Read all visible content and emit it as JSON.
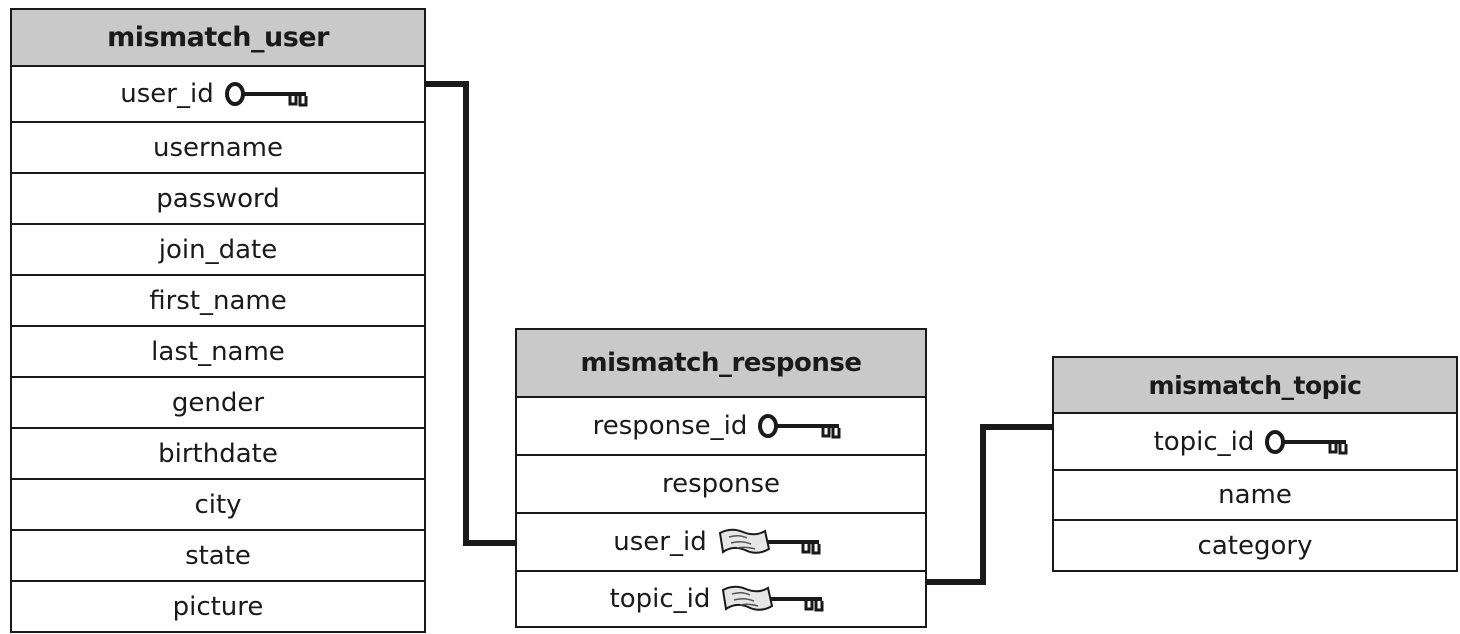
{
  "tables": {
    "user": {
      "title": "mismatch_user",
      "fields": [
        "user_id",
        "username",
        "password",
        "join_date",
        "first_name",
        "last_name",
        "gender",
        "birthdate",
        "city",
        "state",
        "picture"
      ]
    },
    "response": {
      "title": "mismatch_response",
      "fields": [
        "response_id",
        "response",
        "user_id",
        "topic_id"
      ]
    },
    "topic": {
      "title": "mismatch_topic",
      "fields": [
        "topic_id",
        "name",
        "category"
      ]
    }
  },
  "icons": {
    "primary_key": "key-icon",
    "foreign_key": "foreign-key-icon"
  },
  "colors": {
    "header_fill": "#c9c9c9",
    "line": "#1a1a1a"
  }
}
